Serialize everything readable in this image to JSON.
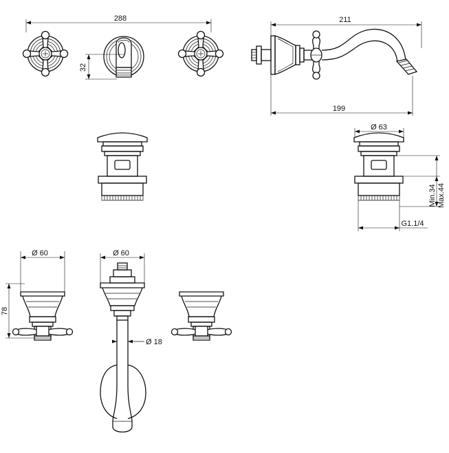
{
  "drawing": {
    "dimensions": {
      "total_width": "288",
      "handle_height": "32",
      "spout_length": "211",
      "spout_projection": "199",
      "waste_diameter": "Ø 63",
      "waste_min": "Min.34",
      "waste_max": "Max.44",
      "waste_thread": "G1.1/4",
      "valve_diameter_left": "Ø 60",
      "valve_diameter_center": "Ø 60",
      "valve_height": "78",
      "pipe_diameter": "Ø 18"
    }
  }
}
